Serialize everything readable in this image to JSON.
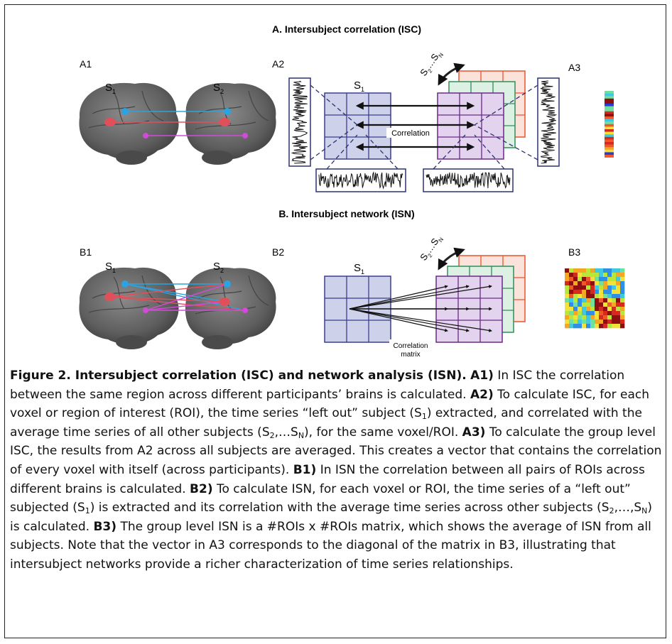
{
  "figure": {
    "section_a_title": "A. Intersubject correlation (ISC)",
    "section_b_title": "B. Intersubject network (ISN)",
    "panel_labels": {
      "a1": "A1",
      "a2": "A2",
      "a3": "A3",
      "b1": "B1",
      "b2": "B2",
      "b3": "B3"
    },
    "subject_label": "S",
    "subject_1_sub": "1",
    "subject_2_sub": "2",
    "stack_label_s2": "S",
    "stack_label_sub2": "2",
    "stack_label_dots": "…",
    "stack_label_sn": "S",
    "stack_label_subn": "N",
    "correlation_label": "Correlation",
    "correlation_matrix_label_1": "Correlation",
    "correlation_matrix_label_2": "matrix",
    "colors": {
      "grid_blue": "#3a3f8f",
      "grid_blue_fill": "#cdd1ea",
      "grid_purple": "#6a2a86",
      "grid_purple_fill": "#e3d3ee",
      "grid_green": "#2e8f5a",
      "grid_orange": "#e8542f",
      "link_blue": "#2aa3e0",
      "link_red": "#e0505a",
      "link_magenta": "#d44ad8"
    }
  },
  "caption": {
    "title": "Figure 2. Intersubject correlation (ISC) and network analysis (ISN).",
    "a1_label": "A1)",
    "a1_text": "In ISC the correlation between the same region across different participants’ brains is calculated.",
    "a2_label": "A2)",
    "a2_text_1": "To calculate ISC, for each voxel or region of interest (ROI), the time series “left out” subject (S",
    "a2_sub_1": "1",
    "a2_text_2": ") extracted, and correlated with the average time series of all other subjects (S",
    "a2_sub_2": "2",
    "a2_text_3": ",…S",
    "a2_sub_n": "N",
    "a2_text_4": "), for the same voxel/ROI.",
    "a3_label": "A3)",
    "a3_text": "To calculate the group level ISC, the results from A2 across all subjects are averaged. This creates a vector that contains the correlation of every voxel with itself (across participants).",
    "b1_label": "B1)",
    "b1_text": "In ISN the correlation between all pairs of ROIs across different brains is calculated.",
    "b2_label": "B2)",
    "b2_text_1": "To calculate ISN, for each voxel or ROI, the time series of a “left out” subjected (S",
    "b2_sub_1": "1",
    "b2_text_2": ") is extracted and its correlation with the average time series across other subjects (S",
    "b2_sub_2": "2",
    "b2_text_3": ",…,S",
    "b2_sub_n": "N",
    "b2_text_4": ") is calculated.",
    "b3_label": "B3)",
    "b3_text": "The group level ISN is a #ROIs x #ROIs matrix, which shows the average of ISN from all subjects. Note that the vector in A3 corresponds to the diagonal of the matrix in B3, illustrating that intersubject networks provide a richer characterization of time series relationships."
  }
}
